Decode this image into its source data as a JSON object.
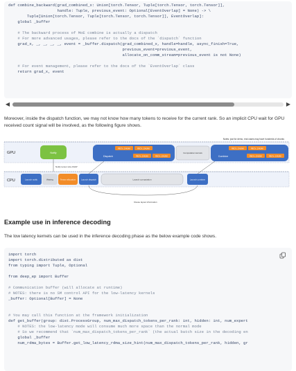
{
  "code1": {
    "lines": [
      "def combine_backward(grad_combined_x: Union[torch.Tensor, Tuple[torch.Tensor, torch.Tensor]],",
      "                     handle: Tuple, previous_event: Optional[EventOverlap] = None) -> \\",
      "        Tuple[Union[torch.Tensor, Tuple[torch.Tensor, torch.Tensor]], EventOverlap]:",
      "    global _buffer",
      "",
      "    # The backward process of MoE combine is actually a dispatch",
      "    # For more advanced usages, please refer to the docs of the `dispatch` function",
      "    grad_x, _, _, _, _, event = _buffer.dispatch(grad_combined_x, handle=handle, async_finish=True,",
      "                                                 previous_event=previous_event,",
      "                                                 allocate_on_comm_stream=previous_event is not None)",
      "",
      "    # For event management, please refer to the docs of the `EventOverlap` class",
      "    return grad_x, event"
    ]
  },
  "paragraph1": "Moreover, inside the dispatch function, we may not know how many tokens to receive for the current rank. So an implicit CPU wait for GPU received count signal will be involved, as the following figure shows.",
  "figure": {
    "note": "Notes: just for demo, real cases may have hundreds of chunks",
    "gpu_label": "GPU",
    "cpu_label": "CPU",
    "notify": "Notify",
    "dispatch": "Dispatch",
    "chunk_labels": [
      "RECV_CHUNK",
      "RECV_CHUNK",
      "RECV_CHUNK",
      "RECV_CHUNK"
    ],
    "comp_kernels": "Computation kernels",
    "combine": "Combine",
    "combine_chunks": [
      "RECV_CHUNK",
      "RECV_CHUNK",
      "RECV_CHUNK",
      "RECV_CHUNK"
    ],
    "notify_asap": "Notify tensor size ASAP",
    "launch_notify": "Launch notify",
    "waiting": "Waiting",
    "tensor_alloc": "Tensor allocation",
    "launch_dispatch": "Launch dispatch",
    "launch_computation": "Launch computation",
    "launch_combine": "Launch combine",
    "reuse_layout": "Reuse layout information"
  },
  "section_title": "Example use in inference decoding",
  "paragraph2": "The low latency kernels can be used in the inference decoding phase as the below example code shows.",
  "code2": {
    "lines": [
      "import torch",
      "import torch.distributed as dist",
      "from typing import Tuple, Optional",
      "",
      "from deep_ep import Buffer",
      "",
      "# Communication buffer (will allocate at runtime)",
      "# NOTES: there is no SM control API for the low-latency kernels",
      "_buffer: Optional[Buffer] = None",
      "",
      "",
      "# You may call this function at the framework initialization",
      "def get_buffer(group: dist.ProcessGroup, num_max_dispatch_tokens_per_rank: int, hidden: int, num_expert",
      "    # NOTES: the low-latency mode will consume much more space than the normal mode",
      "    # So we recommend that `num_max_dispatch_tokens_per_rank` (the actual batch size in the decoding en",
      "    global _buffer",
      "    num_rdma_bytes = Buffer.get_low_latency_rdma_size_hint(num_max_dispatch_tokens_per_rank, hidden, gr"
    ]
  },
  "colors": {
    "code_bg": "#f6f7f9",
    "notify_green": "#7cc242",
    "orange": "#f28c28",
    "blue": "#3d6fc4",
    "gpu_track": "#e9eef8",
    "cpu_track": "#e9eef8"
  },
  "icons": {
    "copy": "copy-icon",
    "scroll_left": "chevron-left-icon",
    "scroll_right": "chevron-right-icon"
  }
}
